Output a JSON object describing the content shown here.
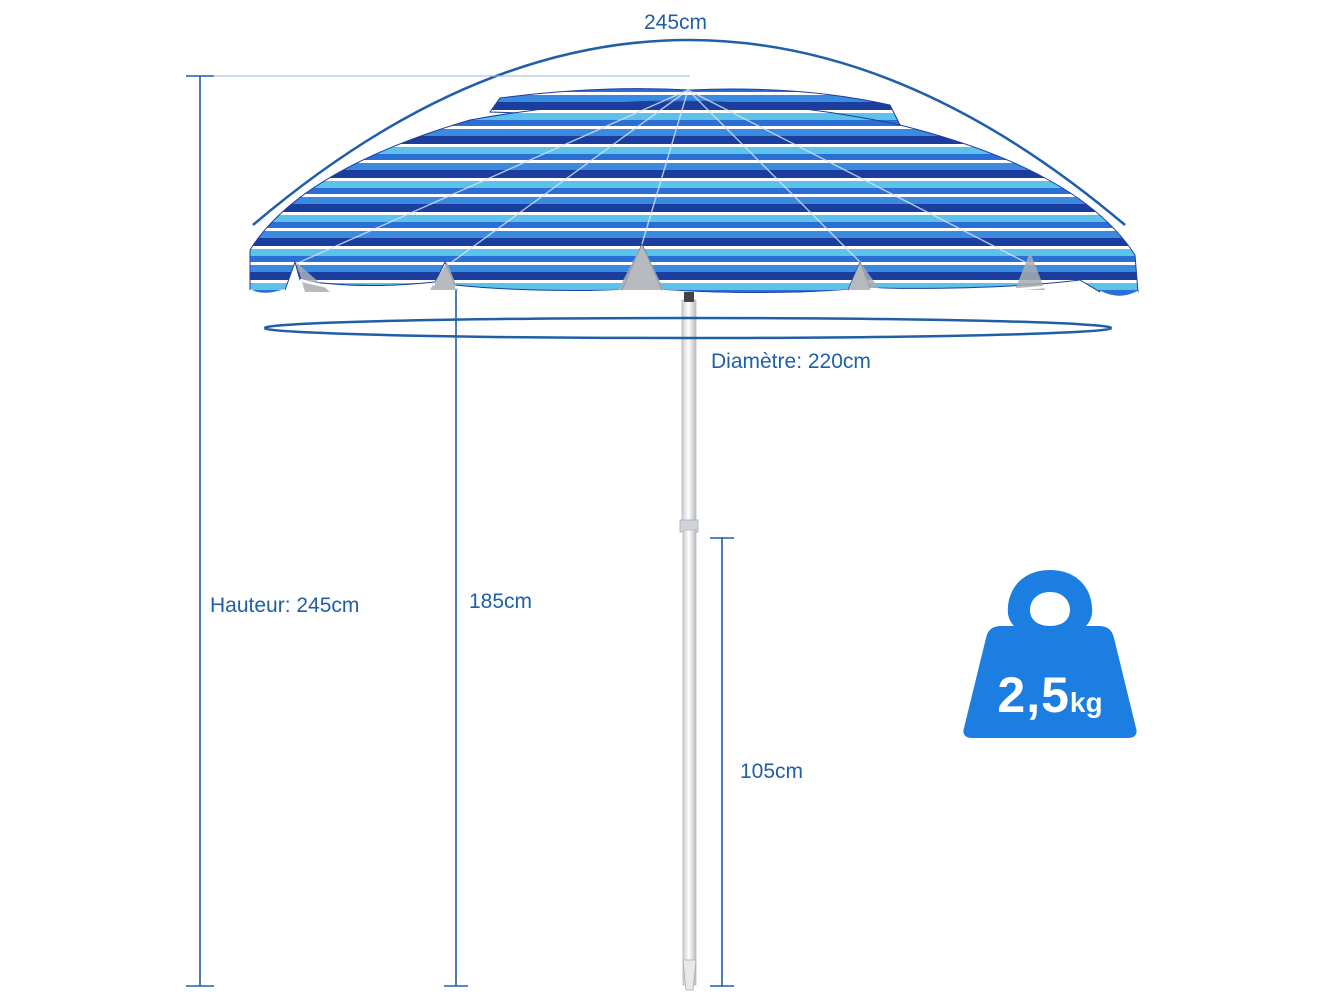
{
  "dimensions": {
    "arc_width": "245cm",
    "diameter": "Diamètre: 220cm",
    "height": "Hauteur: 245cm",
    "canopy_clearance": "185cm",
    "lower_pole": "105cm"
  },
  "weight": {
    "value": "2,5",
    "unit": "kg"
  },
  "colors": {
    "annotation": "#1f5fa8",
    "badge": "#1c7ee0",
    "stripe_navy": "#1b3e9e",
    "stripe_blue": "#2a6fd6",
    "stripe_light": "#5cc2ea",
    "stripe_white": "#ffffff"
  }
}
